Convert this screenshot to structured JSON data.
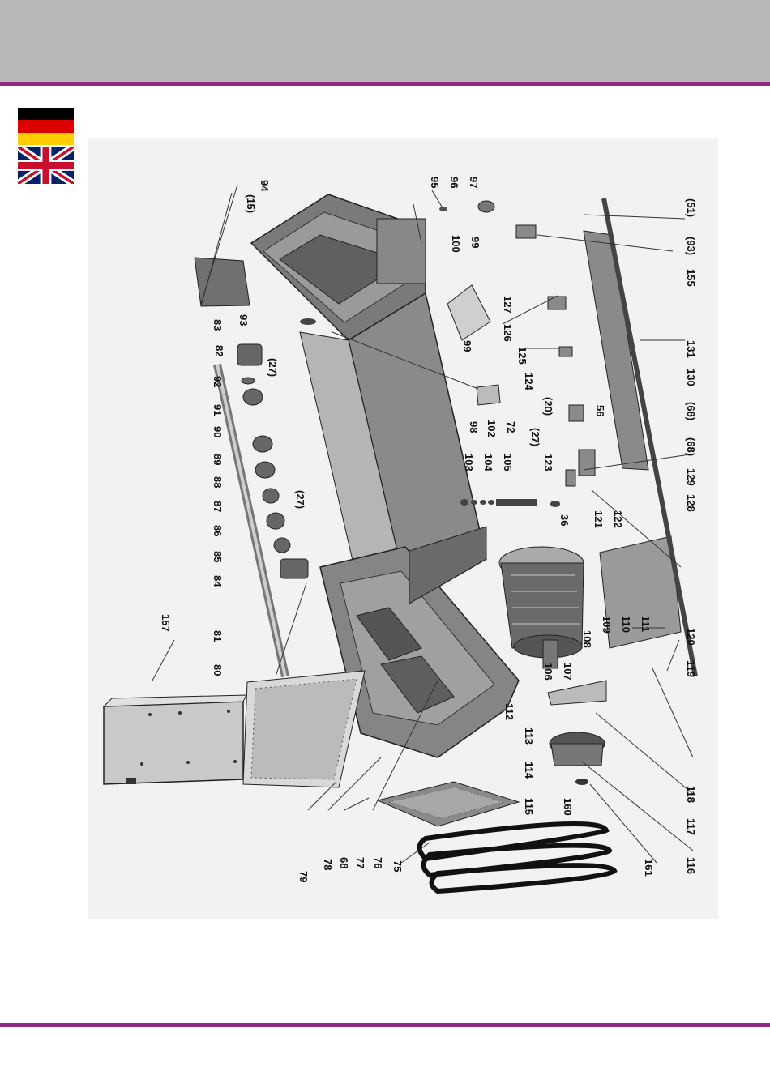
{
  "colors": {
    "header_band": "#b8b8b8",
    "accent_rule": "#8e2a86",
    "diagram_background": "#f2f2f2"
  },
  "flags": [
    {
      "name": "german-flag",
      "language": "de"
    },
    {
      "name": "uk-flag",
      "language": "en"
    }
  ],
  "diagram": {
    "orientation": "rotated 90 degrees clockwise",
    "part_labels": {
      "l15": "(15)",
      "l94": "94",
      "l93": "93",
      "l83": "83",
      "l82": "82",
      "l92": "92",
      "l91": "91",
      "l27a": "(27)",
      "l90": "90",
      "l89": "89",
      "l88": "88",
      "l87": "87",
      "l86": "86",
      "l85": "85",
      "l84": "84",
      "l27b": "(27)",
      "l81": "81",
      "l80": "80",
      "l157": "157",
      "l79": "79",
      "l78": "78",
      "l68": "68",
      "l77": "77",
      "l76": "76",
      "l75": "75",
      "l95": "95",
      "l96": "96",
      "l97": "97",
      "l100": "100",
      "l99a": "99",
      "l99b": "99",
      "l98": "98",
      "l102": "102",
      "l72": "72",
      "l103": "103",
      "l104": "104",
      "l105": "105",
      "l36": "36",
      "l51": "(51)",
      "l93b": "(93)",
      "l155": "155",
      "l127": "127",
      "l126": "126",
      "l125": "125",
      "l124": "124",
      "l20": "(20)",
      "l56": "56",
      "l27c": "(27)",
      "l123": "123",
      "l131": "131",
      "l130": "130",
      "l68b": "(68)",
      "l68c": "(68)",
      "l129": "129",
      "l128": "128",
      "l121": "121",
      "l122": "122",
      "l106": "106",
      "l107": "107",
      "l108": "108",
      "l109": "109",
      "l110": "110",
      "l111": "111",
      "l119": "119",
      "l120": "120",
      "l112": "112",
      "l113": "113",
      "l114": "114",
      "l115": "115",
      "l160": "160",
      "l161": "161",
      "l116": "116",
      "l117": "117",
      "l118": "118"
    }
  }
}
